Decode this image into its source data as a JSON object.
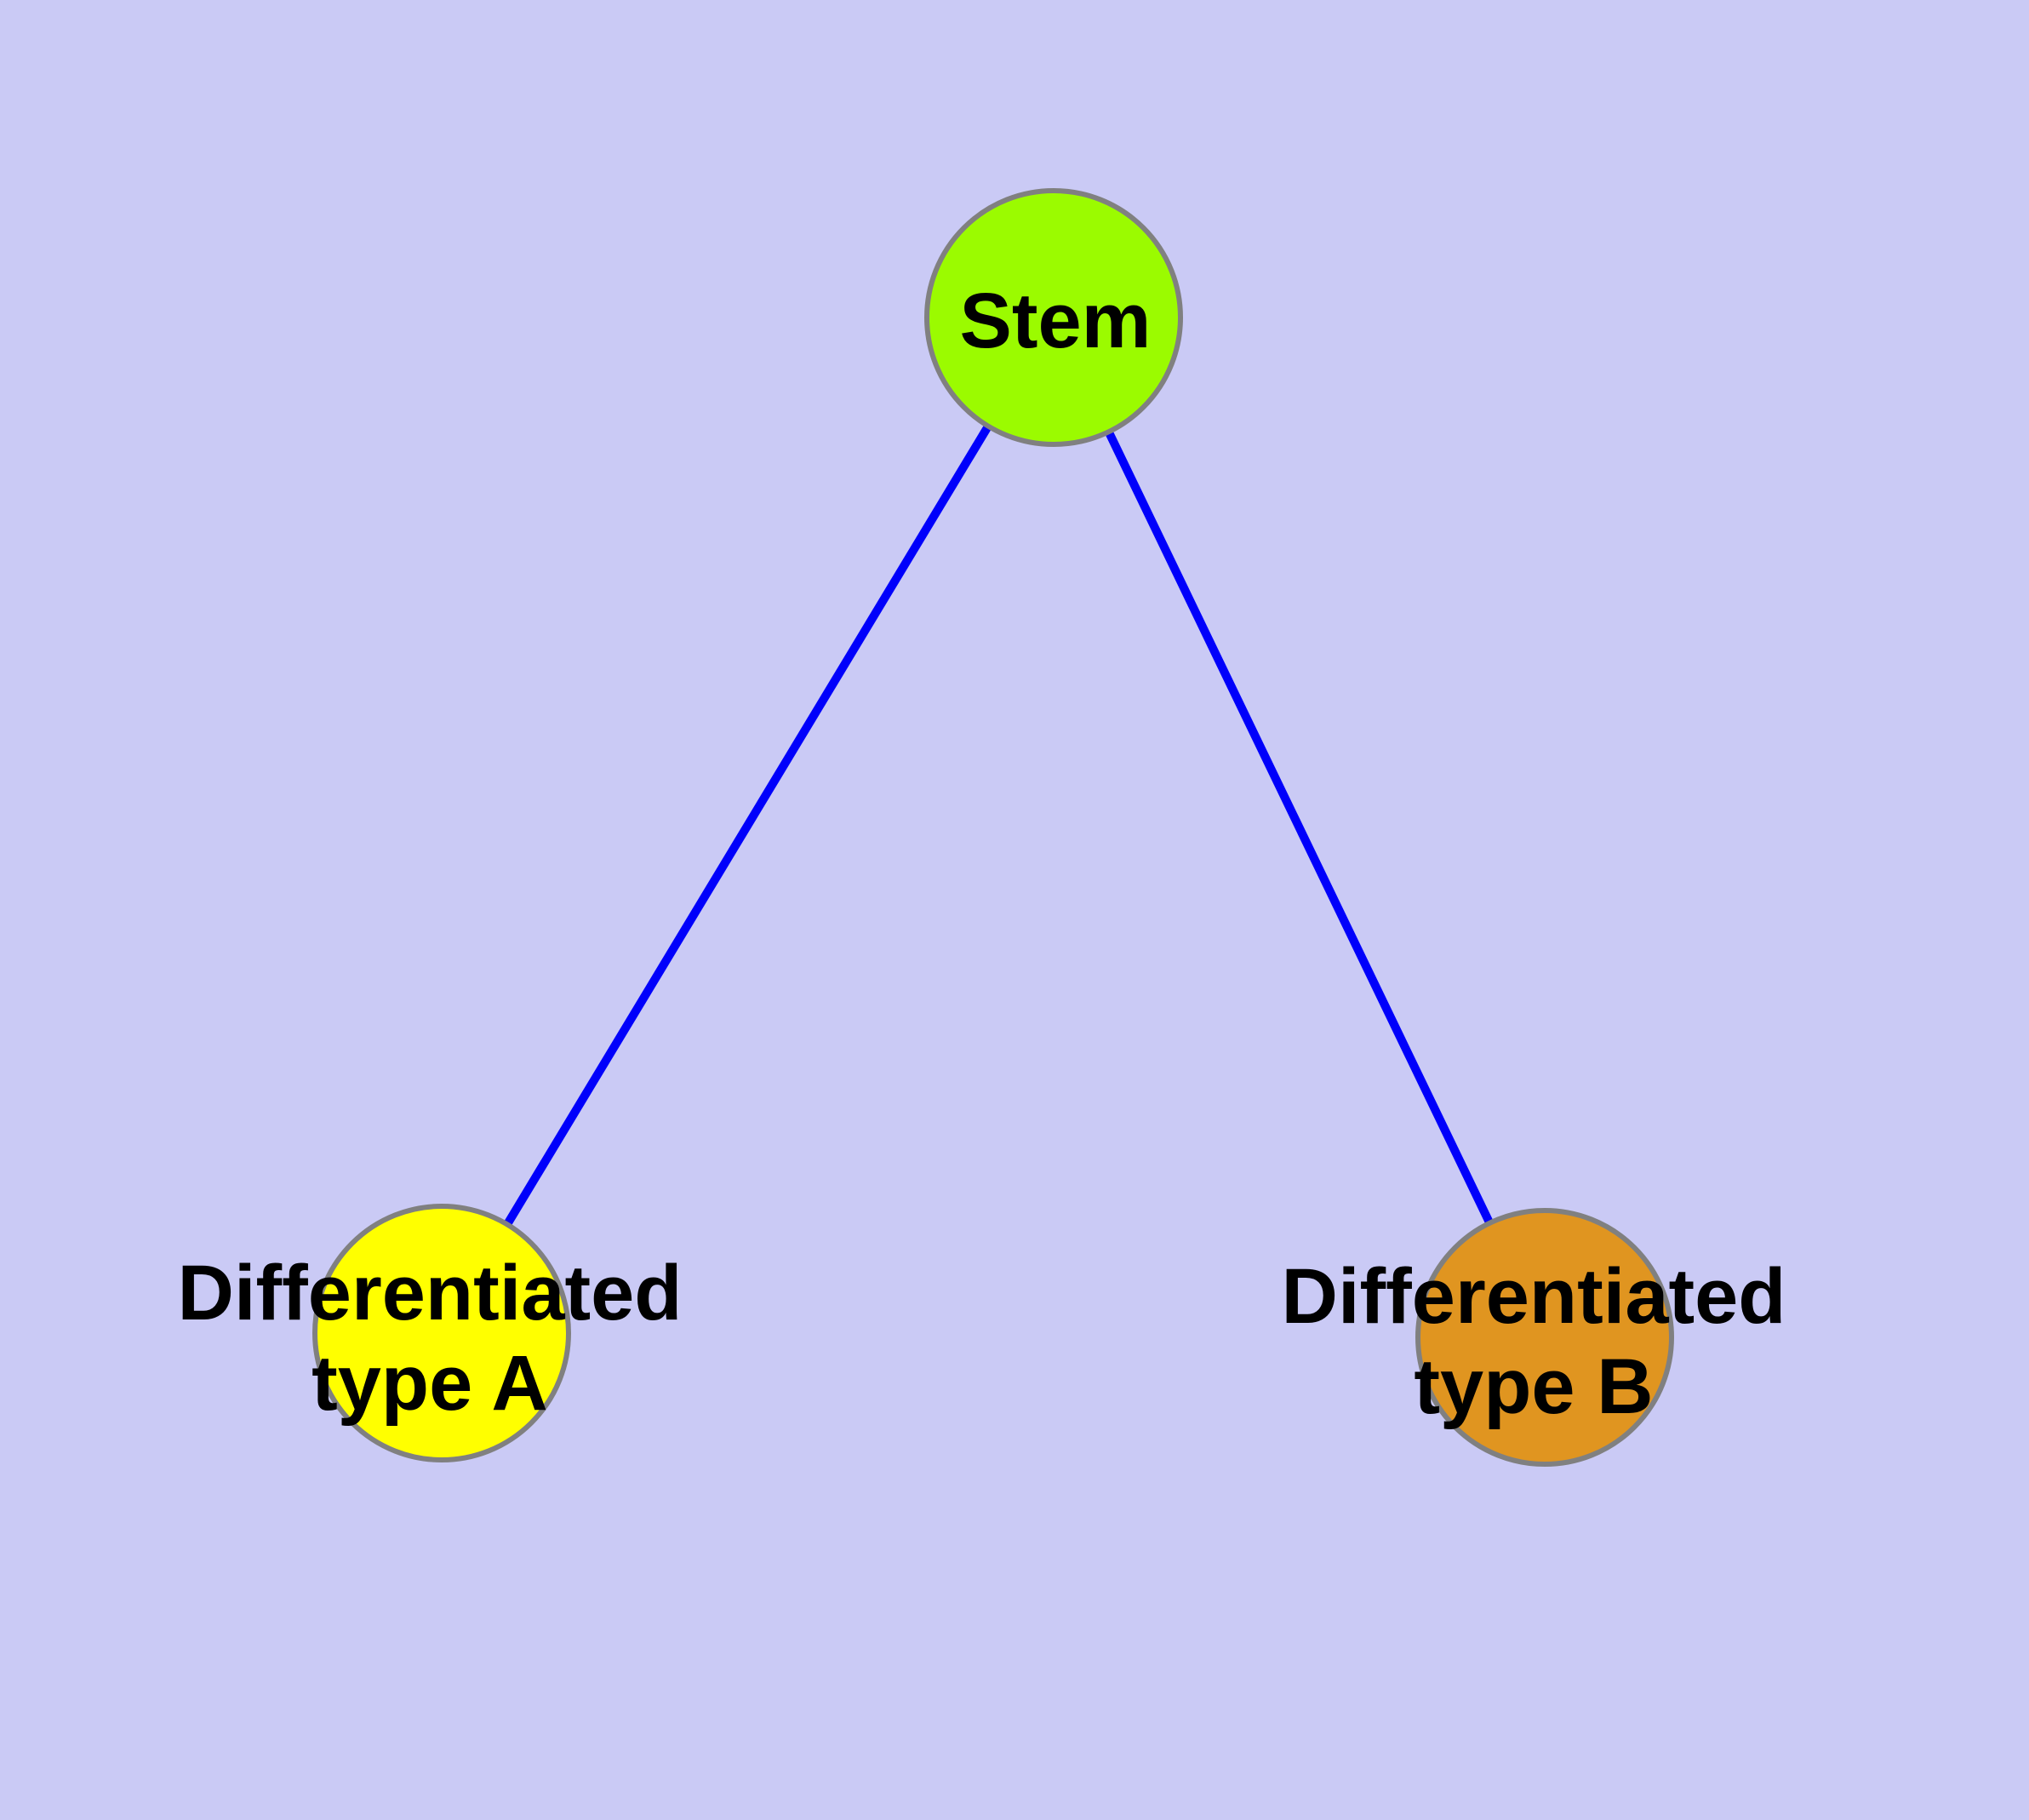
{
  "diagram": {
    "type": "graph",
    "background_color": "#CACAF5",
    "edge_color": "#0000FB",
    "node_border_color": "#808080",
    "label_color": "#000000",
    "nodes": [
      {
        "id": "stem",
        "label": "Stem",
        "color": "#9BFB00",
        "shape": "circle"
      },
      {
        "id": "differentiated-type-a",
        "label": "Differentiated type A",
        "label_line1": "Differentiated",
        "label_line2": "type A",
        "color": "#FFFF00",
        "shape": "circle"
      },
      {
        "id": "differentiated-type-b",
        "label": "Differentiated type B",
        "label_line1": "Differentiated",
        "label_line2": "type B",
        "color": "#E09520",
        "shape": "circle"
      }
    ],
    "edges": [
      {
        "from": "stem",
        "to": "differentiated-type-a"
      },
      {
        "from": "stem",
        "to": "differentiated-type-b"
      }
    ]
  }
}
